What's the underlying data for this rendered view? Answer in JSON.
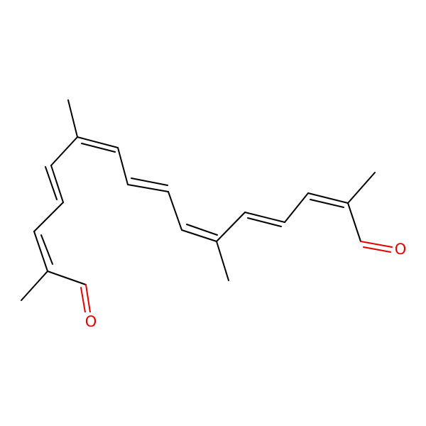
{
  "molecule": {
    "colors": {
      "bond": "#000000",
      "oxygen": "#e00000",
      "background": "#ffffff"
    },
    "atoms": [
      {
        "id": "O1",
        "label": "O",
        "color": "#e00000"
      },
      {
        "id": "O2",
        "label": "O",
        "color": "#e00000"
      }
    ]
  }
}
